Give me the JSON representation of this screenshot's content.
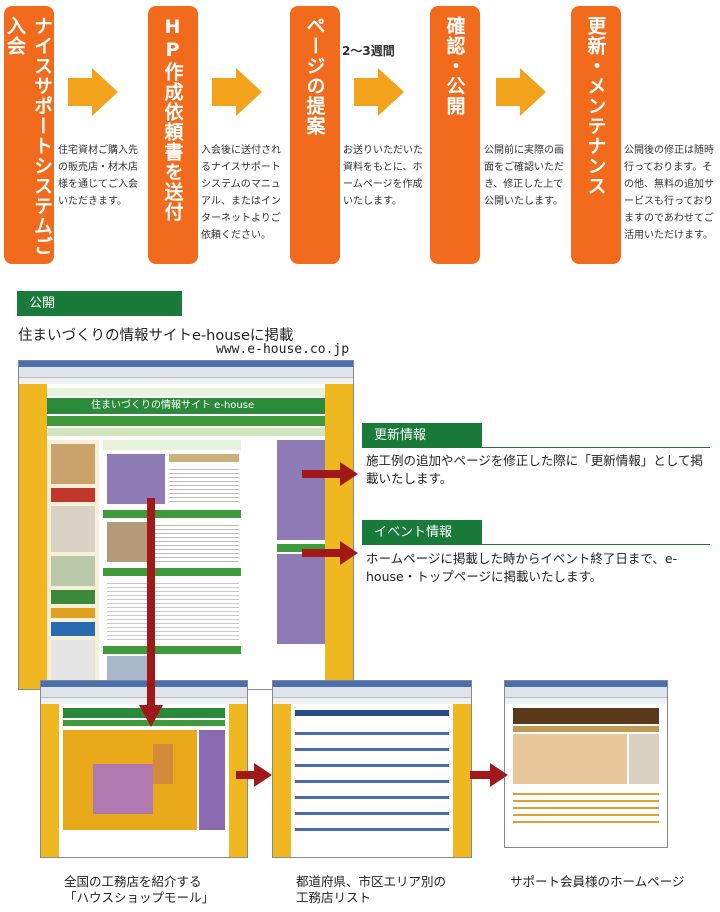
{
  "steps": [
    {
      "title": "ナイスサポートシステムご入会",
      "desc": "住宅資材ご購入先の販売店・材木店様を通じてご入会いただきます。"
    },
    {
      "title": "HP作成依頼書を送付",
      "desc": "入会後に送付されるナイスサポートシステムのマニュアル、またはインターネットよりご依頼ください。"
    },
    {
      "title": "ページの提案",
      "desc": "お送りいただいた資料をもとに、ホームページを作成いたします。"
    },
    {
      "title": "確認・公開",
      "desc": "公開前に実際の画面をご確認いただき、修正した上で公開いたします。"
    },
    {
      "title": "更新・メンテナンス",
      "desc": "公開後の修正は随時行っております。その他、無料の追加サービスも行っておりますのであわせてご活用いただけます。"
    }
  ],
  "weeks_label": "2〜3週間",
  "publish": {
    "heading": "公開",
    "site_title": "住まいづくりの情報サイトe-houseに掲載",
    "site_url": "www.e-house.co.jp",
    "screenshot_header": "住まいづくりの情報サイト e-house"
  },
  "callouts": [
    {
      "heading": "更新情報",
      "text": "施工例の追加やページを修正した際に「更新情報」として掲載いたします。"
    },
    {
      "heading": "イベント情報",
      "text": "ホームページに掲載した時からイベント終了日まで、e-house・トップページに掲載いたします。"
    }
  ],
  "captions": [
    {
      "line1": "全国の工務店を紹介する",
      "line2": "「ハウスショップモール」"
    },
    {
      "line1": "都道府県、市区エリア別の",
      "line2": "工務店リスト"
    },
    {
      "line1": "サポート会員様のホームページ",
      "line2": ""
    }
  ],
  "colors": {
    "step": "#f26a1b",
    "arrow": "#f2a31b",
    "green": "#1a7a3a",
    "red_arrow": "#a01818"
  }
}
